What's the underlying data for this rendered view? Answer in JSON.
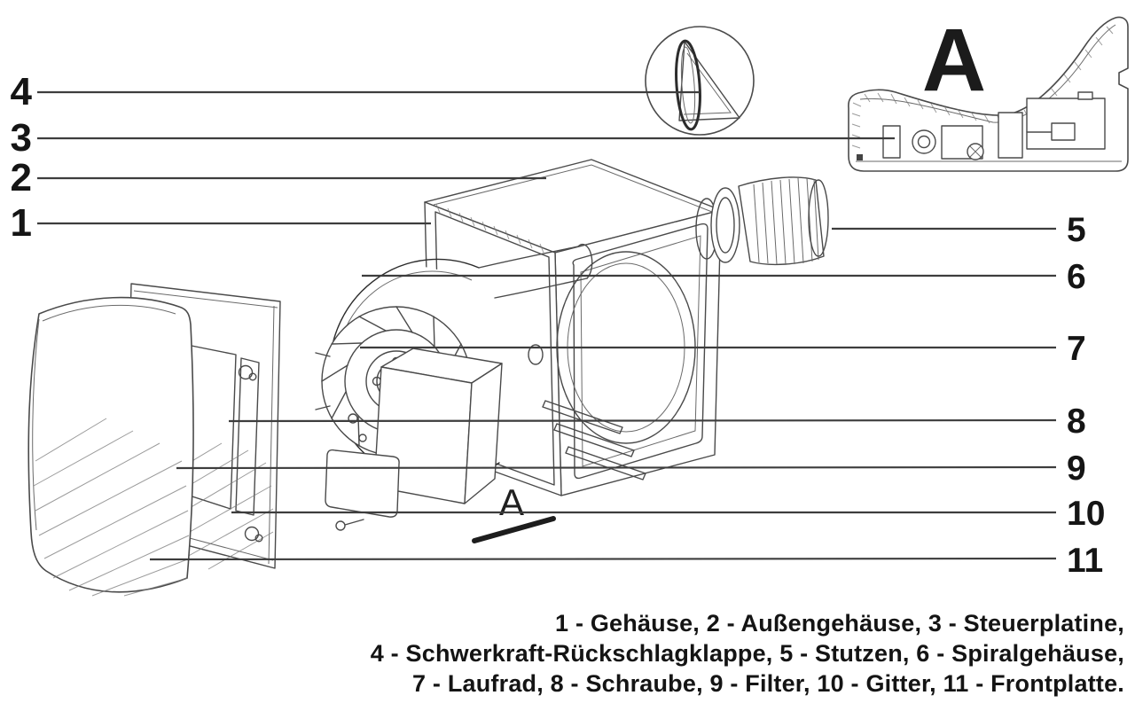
{
  "figure": {
    "background": "#ffffff",
    "ink_color": "#1a1a1a",
    "leader_line_color": "#3d3d3d",
    "detail_view_label": "A",
    "section_marker": "A",
    "callouts": {
      "left": [
        "4",
        "3",
        "2",
        "1"
      ],
      "right": [
        "5",
        "6",
        "7",
        "8",
        "9",
        "10",
        "11"
      ]
    },
    "parts": [
      {
        "number": "1",
        "name": "Gehäuse"
      },
      {
        "number": "2",
        "name": "Außengehäuse"
      },
      {
        "number": "3",
        "name": "Steuerplatine"
      },
      {
        "number": "4",
        "name": "Schwerkraft-Rückschlagklappe"
      },
      {
        "number": "5",
        "name": "Stutzen"
      },
      {
        "number": "6",
        "name": "Spiralgehäuse"
      },
      {
        "number": "7",
        "name": "Laufrad"
      },
      {
        "number": "8",
        "name": "Schraube"
      },
      {
        "number": "9",
        "name": "Filter"
      },
      {
        "number": "10",
        "name": "Gitter"
      },
      {
        "number": "11",
        "name": "Frontplatte"
      }
    ],
    "caption": {
      "lines": [
        "1 - Gehäuse, 2 - Außengehäuse, 3 - Steuerplatine,",
        "4 - Schwerkraft-Rückschlagklappe, 5 - Stutzen, 6 - Spiralgehäuse,",
        "7 - Laufrad, 8 - Schraube, 9 - Filter, 10 - Gitter, 11 - Frontplatte."
      ]
    }
  }
}
